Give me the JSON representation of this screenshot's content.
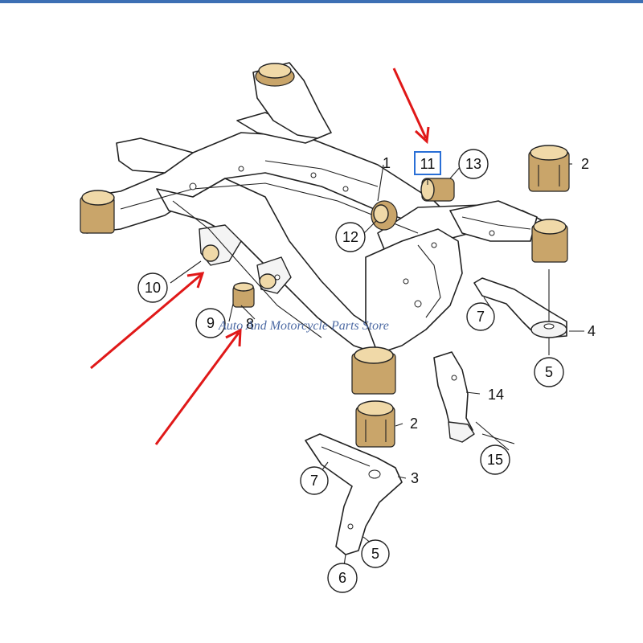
{
  "colors": {
    "top_bar": "#3d6fb4",
    "arrow": "#e01818",
    "highlight_box": "#2a6fd6",
    "watermark": "#3a5a9a"
  },
  "watermark": "Auto And Motorcycle Parts Store",
  "callouts": [
    {
      "id": "c1",
      "label": "1",
      "circled": false
    },
    {
      "id": "c2a",
      "label": "2",
      "circled": false
    },
    {
      "id": "c2b",
      "label": "2",
      "circled": false
    },
    {
      "id": "c3",
      "label": "3",
      "circled": false
    },
    {
      "id": "c4",
      "label": "4",
      "circled": false
    },
    {
      "id": "c5a",
      "label": "5",
      "circled": true
    },
    {
      "id": "c5b",
      "label": "5",
      "circled": true
    },
    {
      "id": "c6",
      "label": "6",
      "circled": true
    },
    {
      "id": "c7a",
      "label": "7",
      "circled": true
    },
    {
      "id": "c7b",
      "label": "7",
      "circled": true
    },
    {
      "id": "c8",
      "label": "8",
      "circled": false
    },
    {
      "id": "c9",
      "label": "9",
      "circled": true
    },
    {
      "id": "c10",
      "label": "10",
      "circled": true
    },
    {
      "id": "c11",
      "label": "11",
      "circled": false,
      "highlighted": true
    },
    {
      "id": "c12",
      "label": "12",
      "circled": true
    },
    {
      "id": "c13",
      "label": "13",
      "circled": true
    },
    {
      "id": "c14",
      "label": "14",
      "circled": false
    },
    {
      "id": "c15",
      "label": "15",
      "circled": true
    }
  ],
  "arrows": [
    "arrow-to-11",
    "arrow-to-10",
    "arrow-to-8"
  ]
}
